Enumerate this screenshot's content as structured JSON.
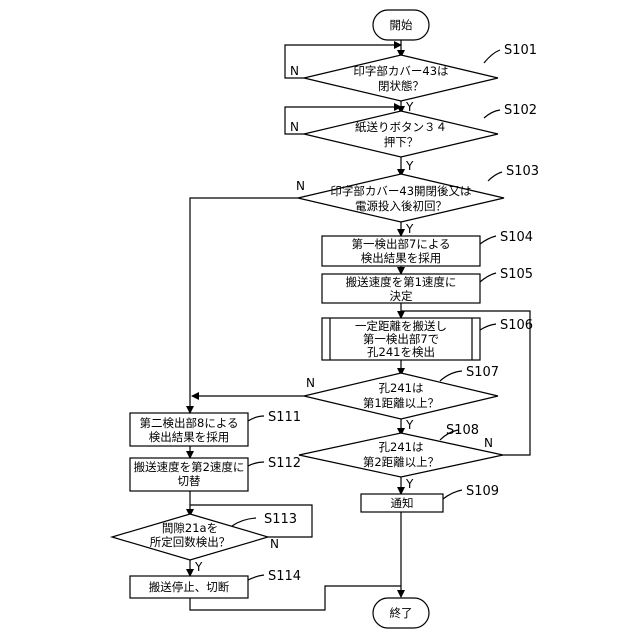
{
  "flowchart": {
    "start": "開始",
    "end": "終了",
    "yes": "Y",
    "no": "N",
    "s101": {
      "step": "S101",
      "l1": "印字部カバー43は",
      "l2": "閉状態？"
    },
    "s102": {
      "step": "S102",
      "l1": "紙送りボタン３４",
      "l2": "押下？"
    },
    "s103": {
      "step": "S103",
      "l1": "印字部カバー43開閉後又は",
      "l2": "電源投入後初回？"
    },
    "s104": {
      "step": "S104",
      "l1": "第一検出部7による",
      "l2": "検出結果を採用"
    },
    "s105": {
      "step": "S105",
      "l1": "搬送速度を第1速度に",
      "l2": "決定"
    },
    "s106": {
      "step": "S106",
      "l1": "一定距離を搬送し",
      "l2": "第一検出部7で",
      "l3": "孔241を検出"
    },
    "s107": {
      "step": "S107",
      "l1": "孔241は",
      "l2": "第1距離以上？"
    },
    "s108": {
      "step": "S108",
      "l1": "孔241は",
      "l2": "第2距離以上？"
    },
    "s109": {
      "step": "S109",
      "l1": "通知"
    },
    "s111": {
      "step": "S111",
      "l1": "第二検出部8による",
      "l2": "検出結果を採用"
    },
    "s112": {
      "step": "S112",
      "l1": "搬送速度を第2速度に",
      "l2": "切替"
    },
    "s113": {
      "step": "S113",
      "l1": "間隙21aを",
      "l2": "所定回数検出？"
    },
    "s114": {
      "step": "S114",
      "l1": "搬送停止、切断"
    }
  }
}
